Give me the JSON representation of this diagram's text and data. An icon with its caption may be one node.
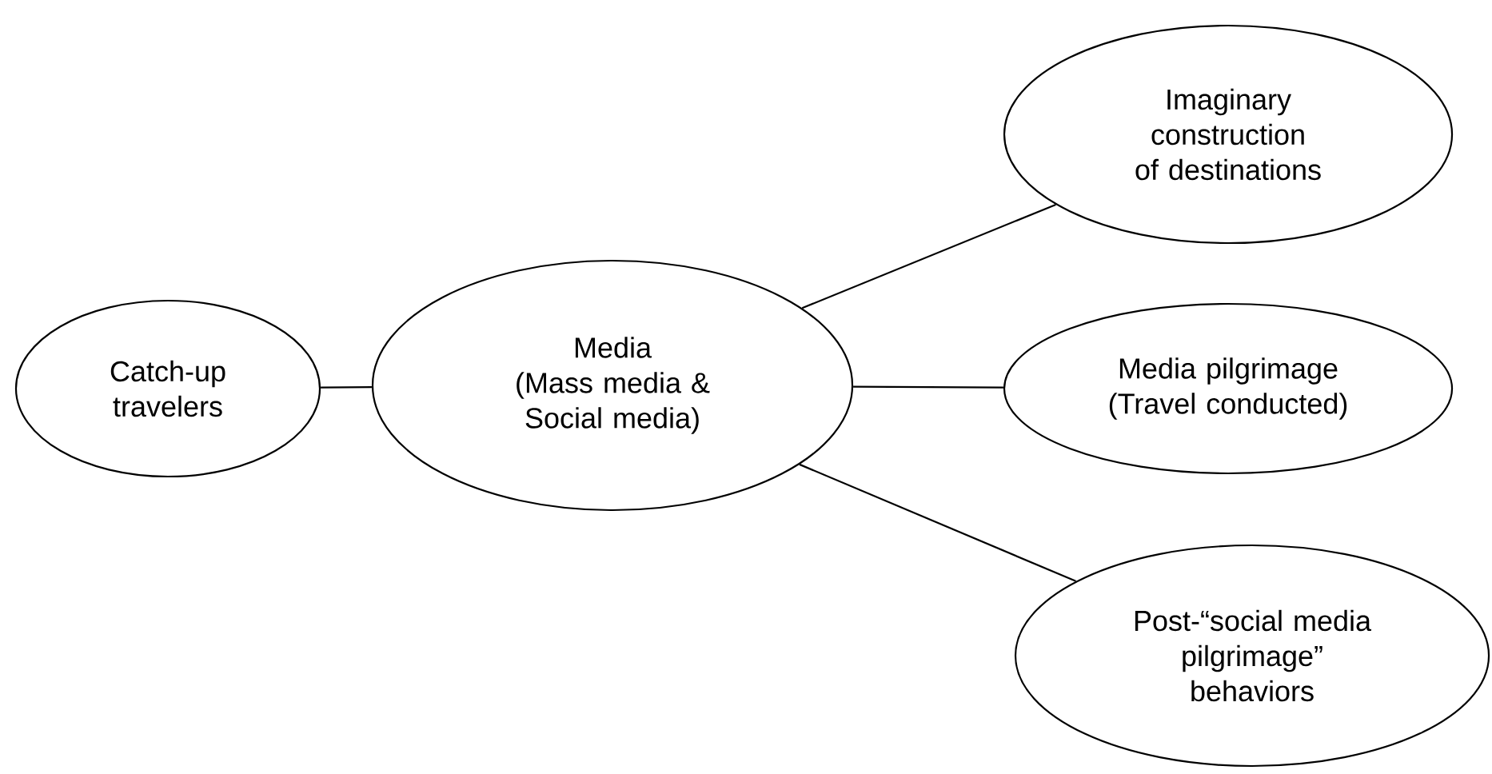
{
  "diagram": {
    "nodes": [
      {
        "text": [
          "Catch-up travelers"
        ]
      },
      {
        "text": [
          "Media",
          "(Mass media & Social media)"
        ]
      },
      {
        "text": [
          "Imaginary construction of destinations"
        ]
      },
      {
        "text": [
          "Media pilgrimage (Travel conducted)"
        ]
      },
      {
        "text": [
          "Post-“social media pilgrimage” behaviors"
        ]
      }
    ],
    "edges": [
      {
        "from": 0,
        "to": 1,
        "arrow": "none"
      },
      {
        "from": 1,
        "to": 2,
        "arrow": "none"
      },
      {
        "from": 1,
        "to": 3,
        "arrow": "none"
      },
      {
        "from": 1,
        "to": 4,
        "arrow": "none"
      }
    ]
  }
}
